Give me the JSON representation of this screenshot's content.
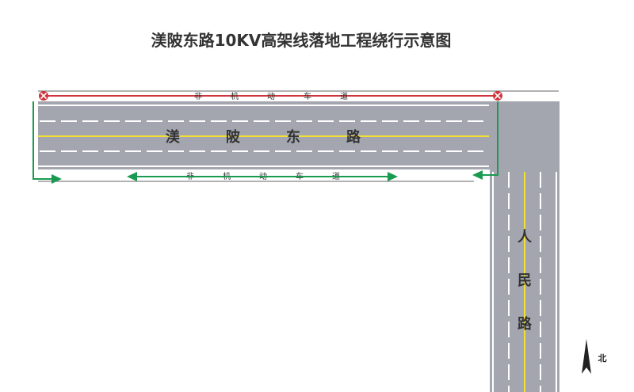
{
  "title": "渼陂东路10KV高架线落地工程绕行示意图",
  "roads": {
    "main_road": [
      "渼",
      "陂",
      "东",
      "路"
    ],
    "cross_road": [
      "人",
      "民",
      "路"
    ]
  },
  "bike_lane_top": [
    "非",
    "机",
    "动",
    "车",
    "道"
  ],
  "bike_lane_bottom": [
    "非",
    "机",
    "动",
    "车",
    "道"
  ],
  "north_label": "北",
  "colors": {
    "road": "#a3a6af",
    "route": "#1a9a50",
    "power_line": "#d0343c",
    "center_line": "#f2e034"
  }
}
